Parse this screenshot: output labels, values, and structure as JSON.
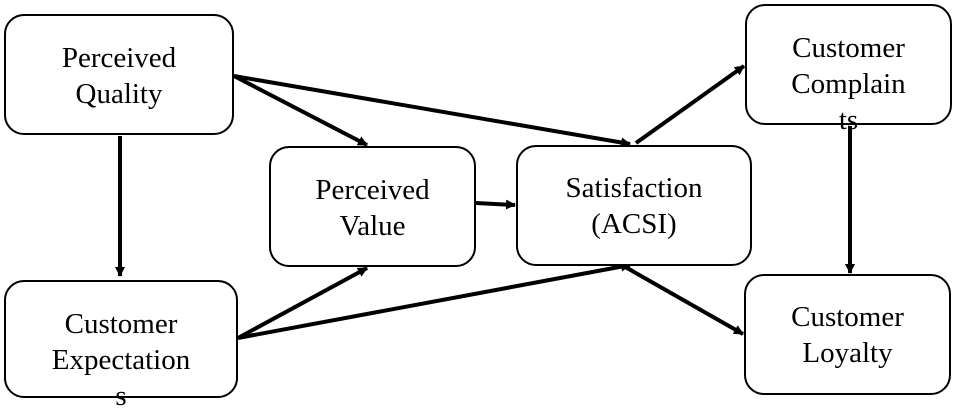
{
  "nodes": {
    "perceived_quality": {
      "line1": "Perceived",
      "line2": "Quality"
    },
    "customer_expectations": {
      "line1": "Customer",
      "line2": "Expectation",
      "line3": "s"
    },
    "perceived_value": {
      "line1": "Perceived",
      "line2": "Value"
    },
    "satisfaction": {
      "line1": "Satisfaction",
      "line2": "(ACSI)"
    },
    "customer_complaints": {
      "line1": "Customer",
      "line2": "Complain",
      "line3": "ts"
    },
    "customer_loyalty": {
      "line1": "Customer",
      "line2": "Loyalty"
    }
  },
  "edges": [
    {
      "from": "perceived_quality",
      "to": "customer_expectations"
    },
    {
      "from": "perceived_quality",
      "to": "perceived_value"
    },
    {
      "from": "perceived_quality",
      "to": "satisfaction"
    },
    {
      "from": "customer_expectations",
      "to": "perceived_value"
    },
    {
      "from": "customer_expectations",
      "to": "satisfaction"
    },
    {
      "from": "perceived_value",
      "to": "satisfaction"
    },
    {
      "from": "satisfaction",
      "to": "customer_complaints"
    },
    {
      "from": "satisfaction",
      "to": "customer_loyalty"
    },
    {
      "from": "customer_complaints",
      "to": "customer_loyalty"
    }
  ],
  "colors": {
    "stroke": "#000000",
    "background": "#ffffff"
  }
}
